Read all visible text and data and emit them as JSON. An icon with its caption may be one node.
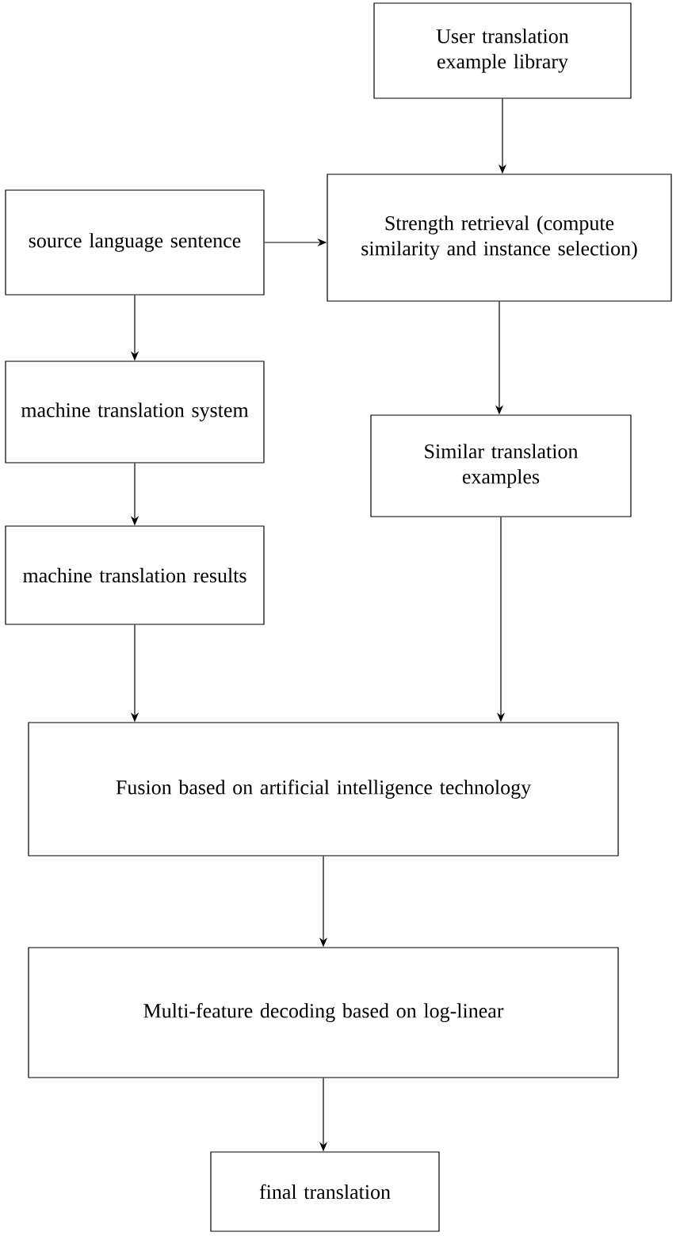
{
  "diagram": {
    "nodes": [
      {
        "text": [
          "User translation example library"
        ]
      },
      {
        "text": [
          "source language sentence"
        ]
      },
      {
        "text": [
          "Strength retrieval (compute similarity and instance selection)"
        ]
      },
      {
        "text": [
          "machine translation system"
        ]
      },
      {
        "text": [
          "Similar translation examples"
        ]
      },
      {
        "text": [
          "machine translation results"
        ]
      },
      {
        "text": [
          "Fusion based on artificial intelligence technology"
        ]
      },
      {
        "text": [
          "Multi-feature decoding based on log-linear"
        ]
      },
      {
        "text": [
          "final translation"
        ]
      }
    ],
    "edges": [
      {
        "from": 0,
        "to": 2,
        "arrow": "to"
      },
      {
        "from": 1,
        "to": 2,
        "arrow": "to"
      },
      {
        "from": 1,
        "to": 3,
        "arrow": "to"
      },
      {
        "from": 3,
        "to": 5,
        "arrow": "to"
      },
      {
        "from": 2,
        "to": 4,
        "arrow": "to"
      },
      {
        "from": 5,
        "to": 6,
        "arrow": "to"
      },
      {
        "from": 4,
        "to": 6,
        "arrow": "to"
      },
      {
        "from": 6,
        "to": 7,
        "arrow": "to"
      },
      {
        "from": 7,
        "to": 8,
        "arrow": "to"
      }
    ]
  }
}
